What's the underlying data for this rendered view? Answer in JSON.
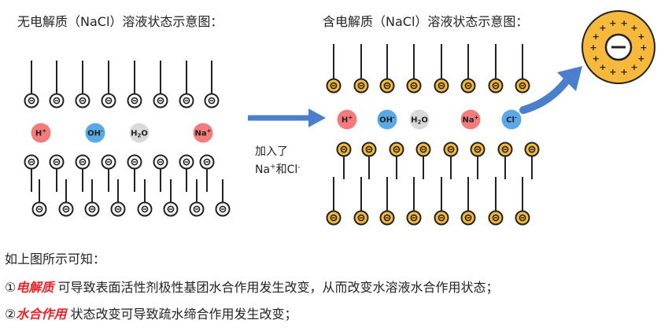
{
  "titles": {
    "left": "无电解质（NaCl）溶液状态示意图：",
    "right": "含电解质（NaCl）溶液状态示意图："
  },
  "arrow_label": {
    "line1": "加入了",
    "na": "Na",
    "plus": "+",
    "and": "和Cl",
    "minus": "-"
  },
  "ions_left": [
    {
      "label": "H",
      "sup": "+",
      "color": "#f37b7b"
    },
    {
      "label": "OH",
      "sup": "-",
      "color": "#5aa8e6"
    },
    {
      "label": "H",
      "sub": "2",
      "rest": "O",
      "color": "#d9d9d9"
    },
    {
      "label": "Na",
      "sup": "+",
      "color": "#f37b7b"
    }
  ],
  "ions_right": [
    {
      "label": "H",
      "sup": "+",
      "color": "#f37b7b"
    },
    {
      "label": "OH",
      "sup": "-",
      "color": "#5aa8e6"
    },
    {
      "label": "H",
      "sub": "2",
      "rest": "O",
      "color": "#d9d9d9"
    },
    {
      "label": "Na",
      "sup": "+",
      "color": "#f37b7b"
    },
    {
      "label": "Cl",
      "sup": "-",
      "color": "#5aa8e6"
    }
  ],
  "colors": {
    "head_plain": "#ffffff",
    "head_charged": "#f6b93b",
    "arrow": "#4a7fcb",
    "emphasis": "#e8232a"
  },
  "text": {
    "intro": "如上图所示可知：",
    "p1_num": "①",
    "p1_em": "电解质",
    "p1_rest": " 可导致表面活性剂极性基团水合作用发生改变，从而改变水溶液水合作用状态；",
    "p2_num": "②",
    "p2_em": "水合作用",
    "p2_rest": " 状态改变可导致疏水缔合作用发生改变；"
  }
}
